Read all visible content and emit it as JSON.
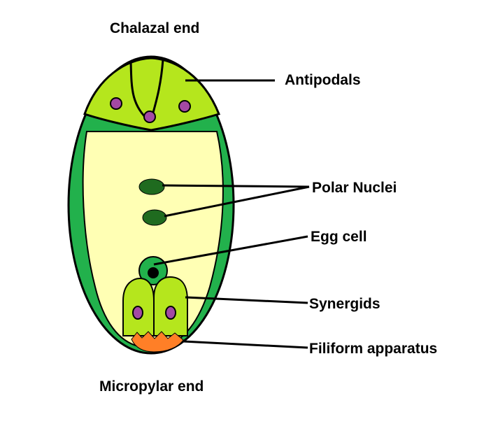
{
  "labels": {
    "top": "Chalazal end",
    "bottom": "Micropylar end",
    "antipodals": "Antipodals",
    "polar_nuclei": "Polar Nuclei",
    "egg_cell": "Egg cell",
    "synergids": "Synergids",
    "filiform": "Filiform apparatus"
  },
  "colors": {
    "outer_wall": "#22b14c",
    "cell_fill": "#b5e61d",
    "central_cell": "#ffffb4",
    "nucleus": "#a349a4",
    "polar_nucleus": "#1f6b1f",
    "egg_nucleus": "#000000",
    "filiform": "#ff7f27",
    "line": "#000000"
  }
}
